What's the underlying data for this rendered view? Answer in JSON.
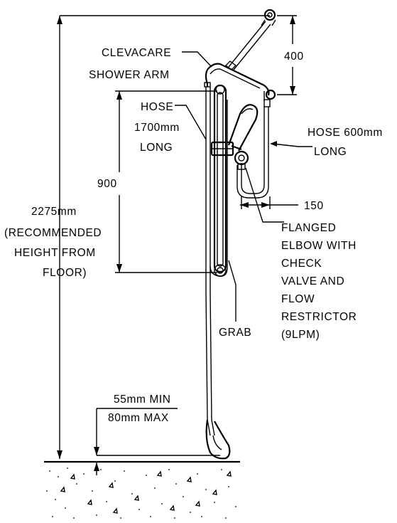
{
  "labels": {
    "clevacare_line1": "CLEVACARE",
    "clevacare_line2": "SHOWER ARM",
    "dim_400": "400",
    "hose1700_line1": "HOSE",
    "hose1700_line2": "1700mm",
    "hose1700_line3": "LONG",
    "hose600_line1": "HOSE 600mm",
    "hose600_line2": "LONG",
    "dim_900": "900",
    "dim_150": "150",
    "height_line1": "2275mm",
    "height_line2": "(RECOMMENDED",
    "height_line3": "HEIGHT FROM",
    "height_line4": "FLOOR)",
    "elbow_line1": "FLANGED",
    "elbow_line2": "ELBOW WITH",
    "elbow_line3": "CHECK",
    "elbow_line4": "VALVE AND",
    "elbow_line5": "FLOW",
    "elbow_line6": "RESTRICTOR",
    "elbow_line7": "(9LPM)",
    "grab": "GRAB",
    "gap_line1": "55mm MIN",
    "gap_line2": "80mm MAX"
  }
}
